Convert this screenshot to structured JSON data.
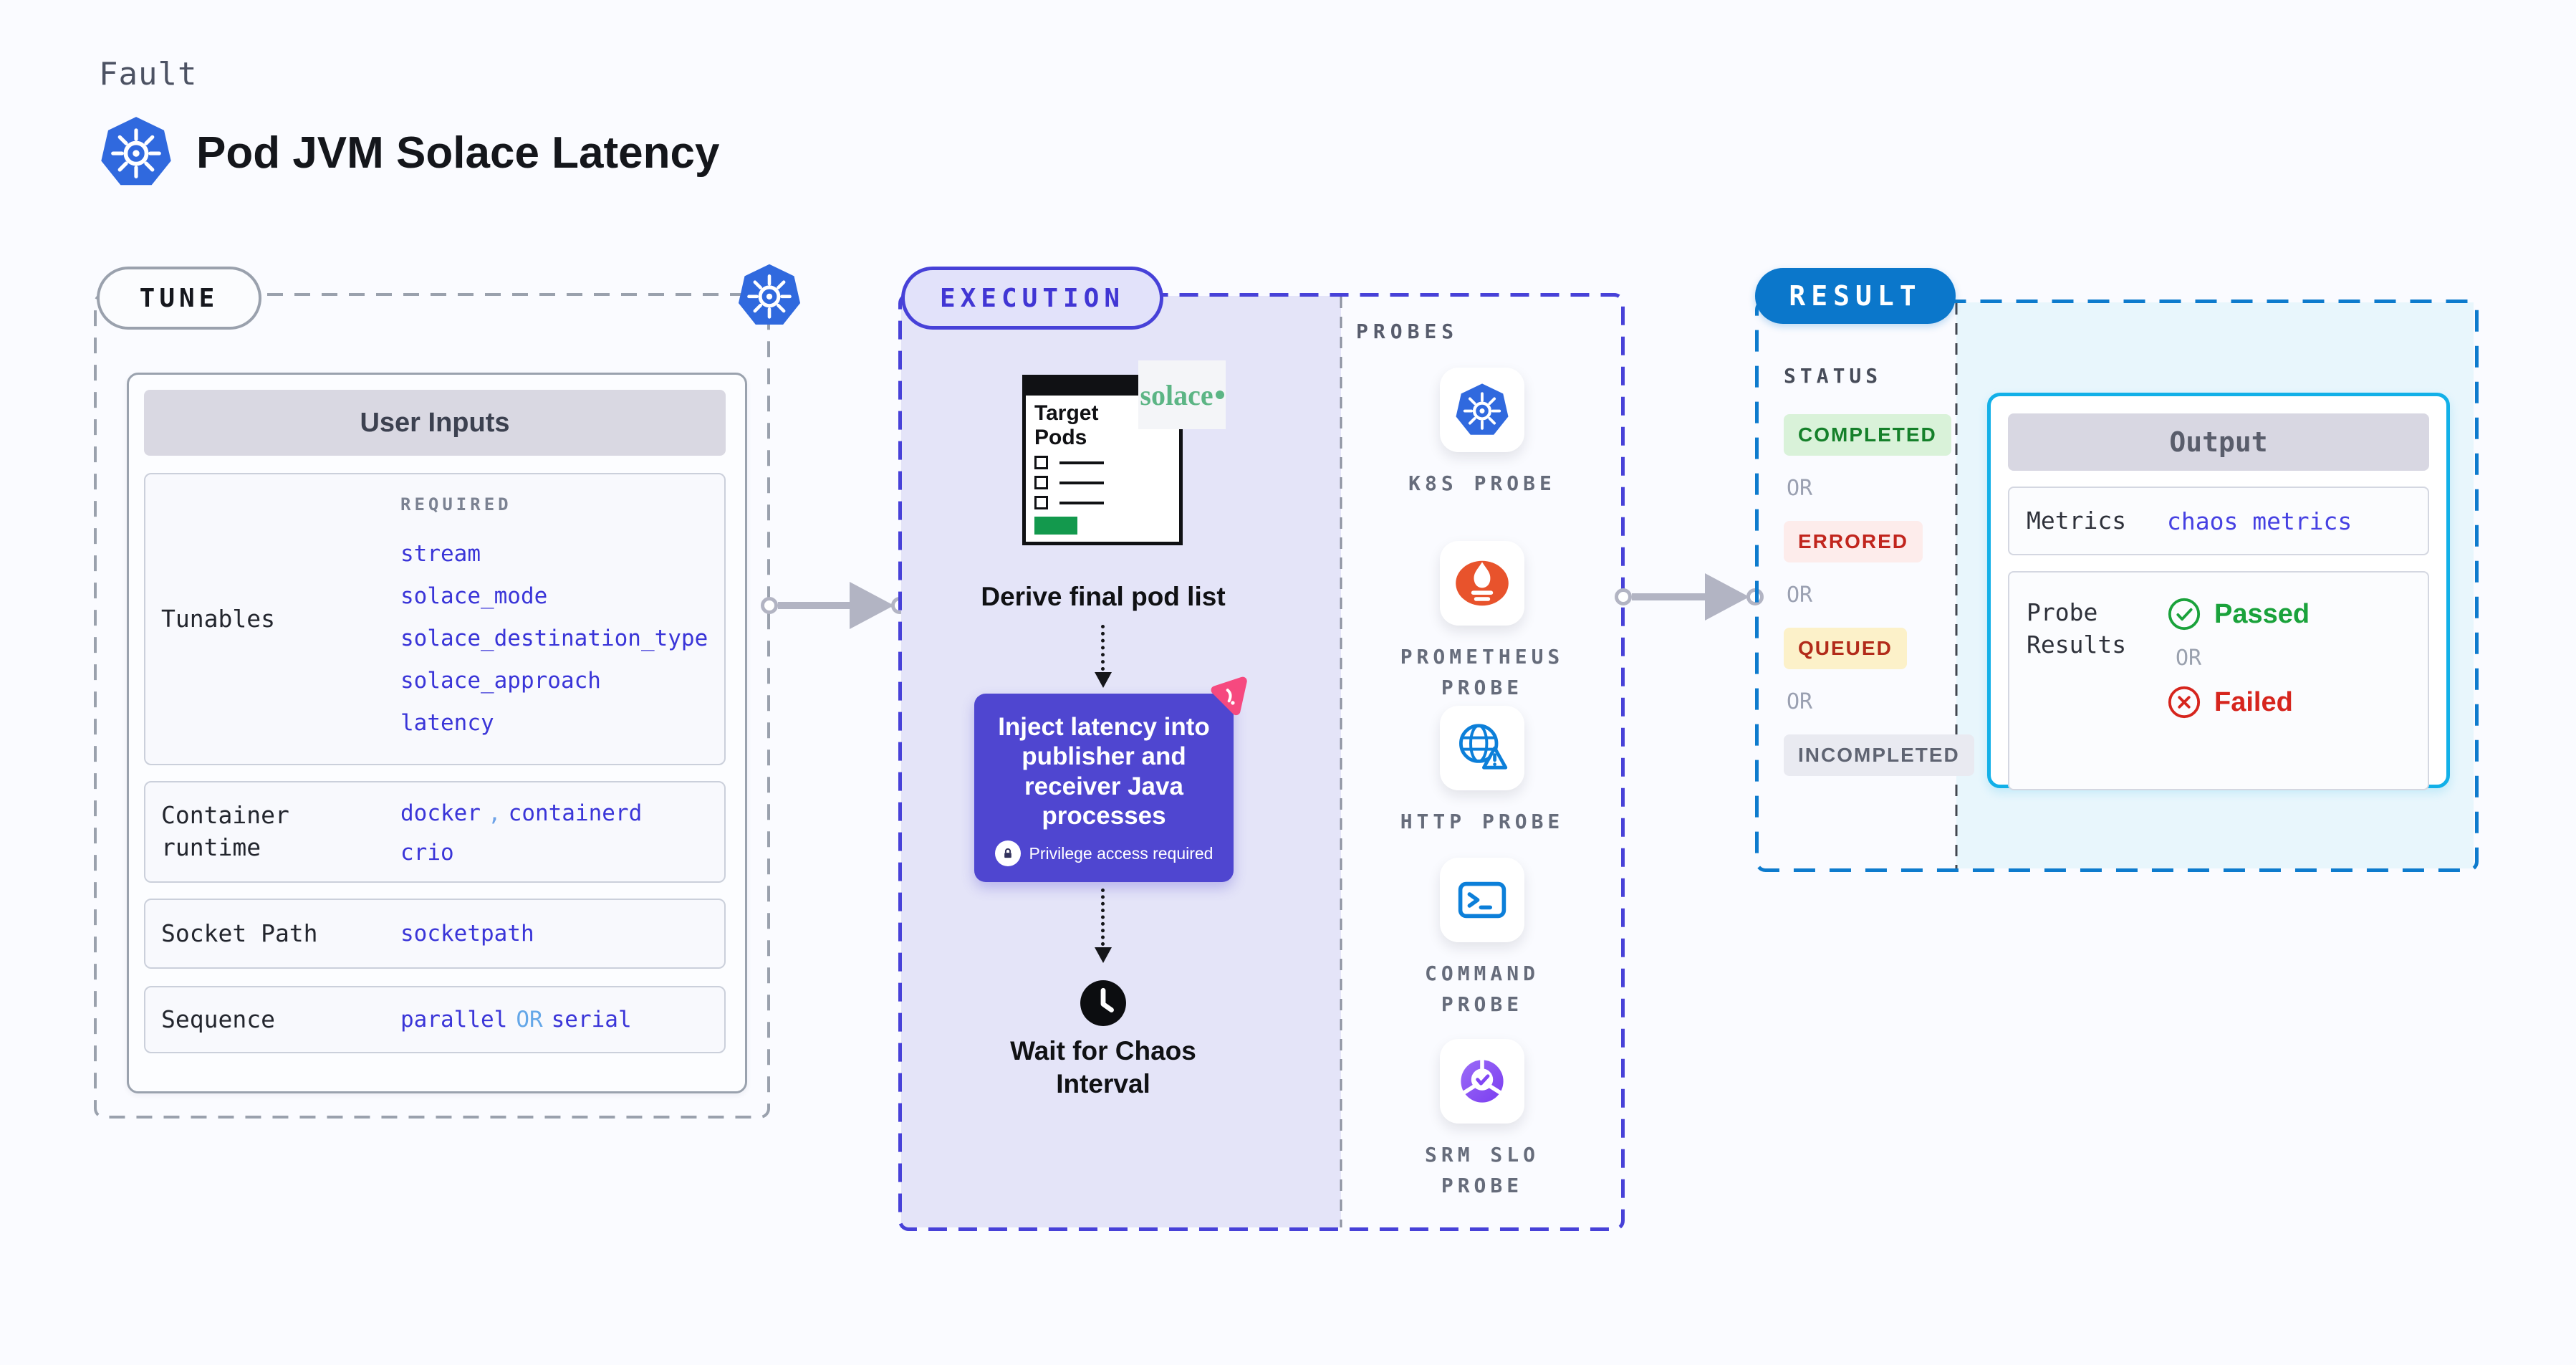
{
  "header": {
    "eyebrow": "Fault",
    "title": "Pod JVM Solace Latency"
  },
  "tune": {
    "label": "TUNE",
    "user_inputs_title": "User Inputs",
    "tunables": {
      "label": "Tunables",
      "required_label": "REQUIRED",
      "values": [
        "stream",
        "solace_mode",
        "solace_destination_type",
        "solace_approach",
        "latency"
      ]
    },
    "container_runtime": {
      "label": "Container runtime",
      "values": [
        "docker",
        "containerd",
        "crio"
      ],
      "separator": ","
    },
    "socket_path": {
      "label": "Socket Path",
      "value": "socketpath"
    },
    "sequence": {
      "label": "Sequence",
      "value1": "parallel",
      "or": "OR",
      "value2": "serial"
    }
  },
  "execution": {
    "label": "EXECUTION",
    "target_pods_title": "Target Pods",
    "solace_brand": "solace",
    "derive_step": "Derive final pod list",
    "inject_step": "Inject latency into publisher and receiver Java processes",
    "privilege_note": "Privilege access required",
    "wait_step": "Wait for Chaos Interval"
  },
  "probes": {
    "label": "PROBES",
    "items": [
      {
        "name": "K8S PROBE",
        "icon": "kubernetes-icon"
      },
      {
        "name": "PROMETHEUS PROBE",
        "icon": "prometheus-icon"
      },
      {
        "name": "HTTP PROBE",
        "icon": "globe-alert-icon"
      },
      {
        "name": "COMMAND PROBE",
        "icon": "terminal-icon"
      },
      {
        "name": "SRM SLO PROBE",
        "icon": "slo-gauge-icon"
      }
    ]
  },
  "result": {
    "label": "RESULT",
    "status_label": "STATUS",
    "or_label": "OR",
    "statuses": [
      {
        "text": "COMPLETED",
        "bg": "#d9f2d9",
        "color": "#15802a"
      },
      {
        "text": "ERRORED",
        "bg": "#fdeceb",
        "color": "#c1251d"
      },
      {
        "text": "QUEUED",
        "bg": "#fcf1c9",
        "color": "#b22b1a"
      },
      {
        "text": "INCOMPLETED",
        "bg": "#e9eaf1",
        "color": "#5f6472"
      }
    ],
    "output": {
      "title": "Output",
      "metrics_label": "Metrics",
      "metrics_value": "chaos metrics",
      "probe_results_label": "Probe Results",
      "passed": "Passed",
      "or": "OR",
      "failed": "Failed"
    }
  },
  "colors": {
    "background": "#fafbff",
    "tune_border": "#9aa1ad",
    "execution_accent": "#4741d8",
    "execution_fill": "#e4e4f8",
    "result_accent": "#0b77cb",
    "result_fill": "#e8f6fc",
    "output_border": "#12b0e8",
    "value_blue": "#3a35d8",
    "inject_fill": "#4f46d0",
    "passed_green": "#1aa23b",
    "failed_red": "#d6251d"
  }
}
